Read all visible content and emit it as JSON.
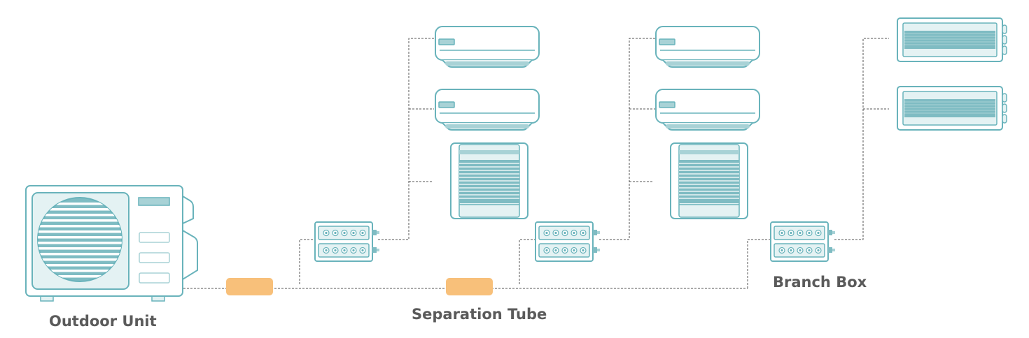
{
  "labels": {
    "outdoor_unit": "Outdoor Unit",
    "separation_tube": "Separation Tube",
    "branch_box": "Branch Box"
  },
  "colors": {
    "stroke": "#69b3bb",
    "fill_light": "#e4f2f3",
    "fill_mid": "#a8d2d6",
    "fill_dark": "#7fbcc3",
    "tube": "#f8c07a",
    "line": "#555555",
    "text": "#5a5a5a"
  },
  "icons": [
    "outdoor-unit-icon",
    "separation-tube-icon",
    "branch-box-icon",
    "wall-mounted-ac-icon",
    "cassette-ac-icon",
    "ducted-ac-icon"
  ]
}
